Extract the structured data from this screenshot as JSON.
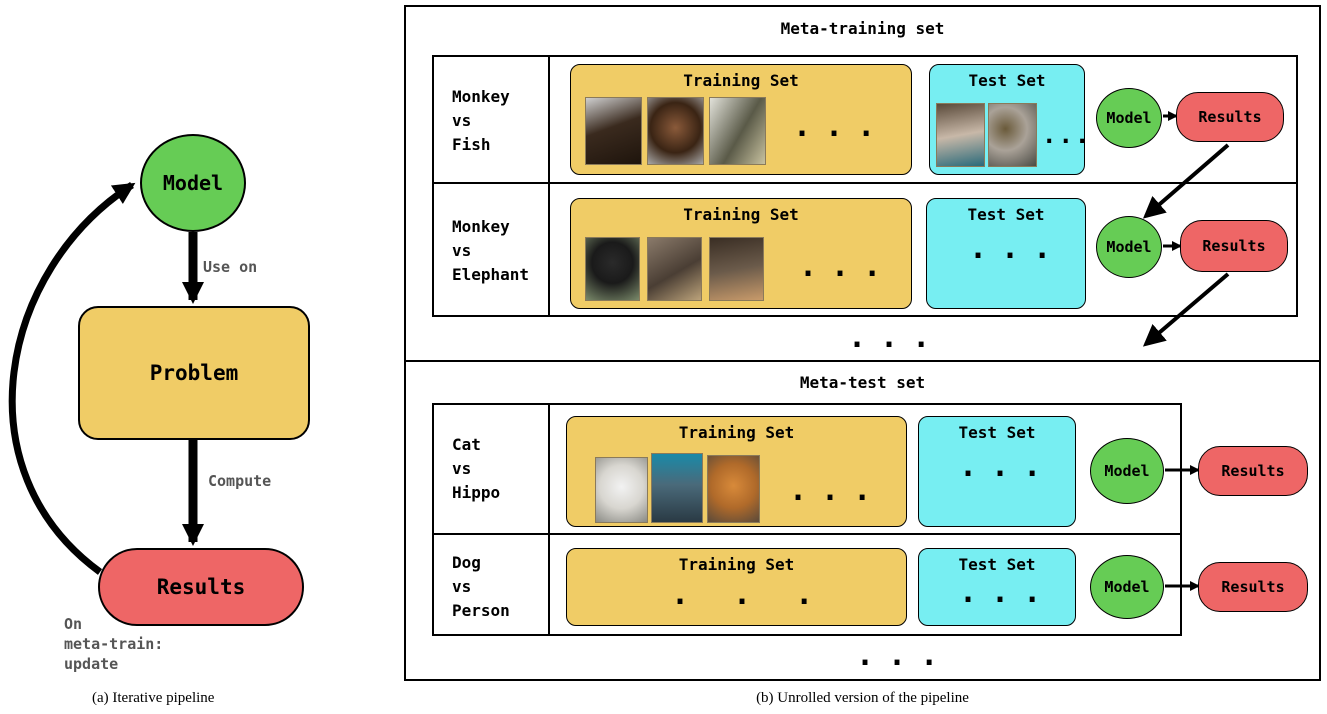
{
  "left_panel": {
    "model_label": "Model",
    "use_on_label": "Use on",
    "problem_label": "Problem",
    "compute_label": "Compute",
    "results_label": "Results",
    "update_label": "On\nmeta-train:\nupdate",
    "caption": "(a) Iterative pipeline"
  },
  "right_panel": {
    "caption": "(b) Unrolled version of the pipeline",
    "meta_train_title": "Meta-training set",
    "meta_test_title": "Meta-test set",
    "ellipsis": "...",
    "tasks": [
      {
        "name": "Monkey\nvs\nFish",
        "training_label": "Training Set",
        "test_label": "Test Set",
        "model_label": "Model",
        "results_label": "Results"
      },
      {
        "name": "Monkey\nvs\nElephant",
        "training_label": "Training Set",
        "test_label": "Test Set",
        "model_label": "Model",
        "results_label": "Results"
      },
      {
        "name": "Cat\nvs\nHippo",
        "training_label": "Training Set",
        "test_label": "Test Set",
        "model_label": "Model",
        "results_label": "Results"
      },
      {
        "name": "Dog\nvs\nPerson",
        "training_label": "Training Set",
        "test_label": "Test Set",
        "model_label": "Model",
        "results_label": "Results"
      }
    ]
  },
  "colors": {
    "model_green": "#66cc55",
    "results_red": "#ee6666",
    "training_yellow": "#f0cc66",
    "test_cyan": "#77eef2"
  }
}
